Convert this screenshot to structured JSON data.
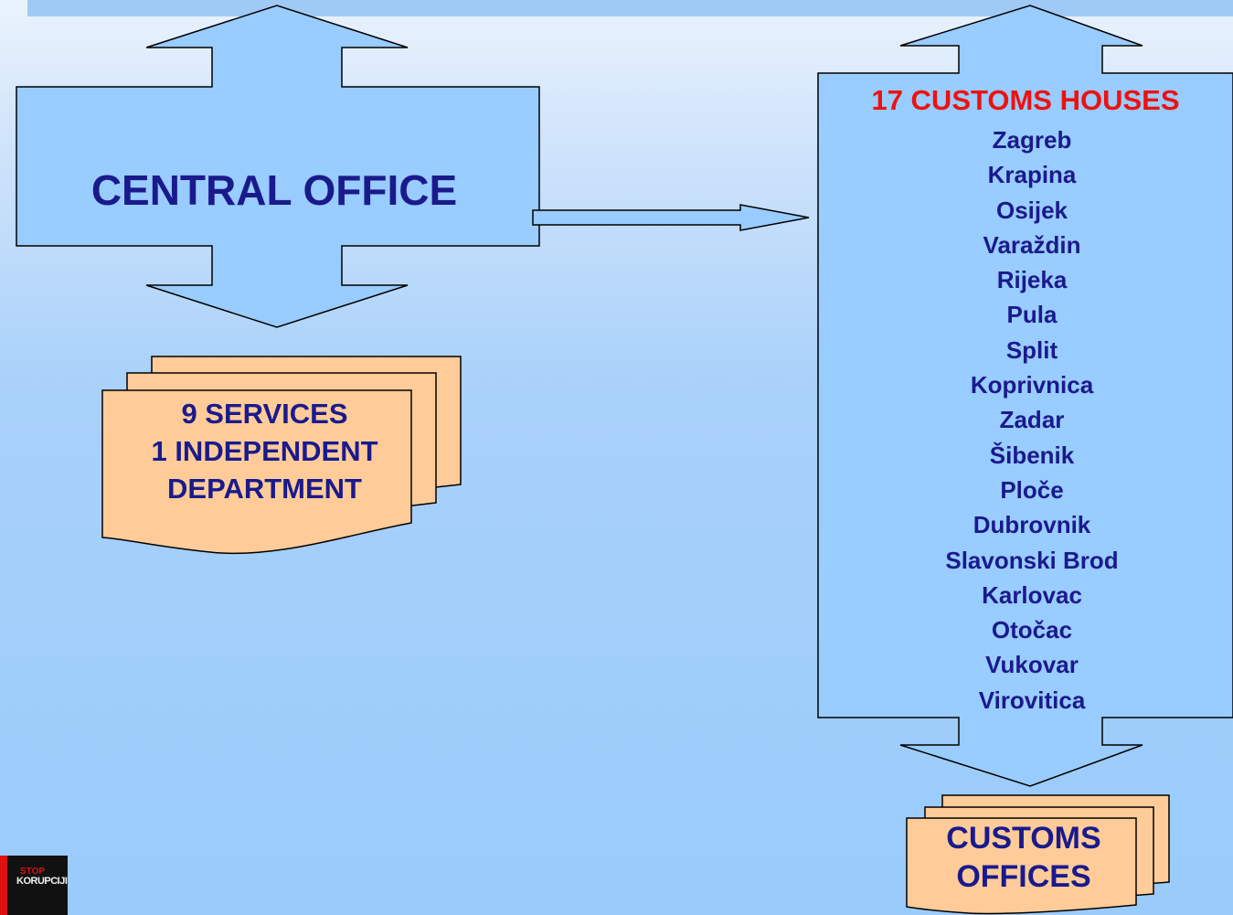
{
  "central_office": {
    "label": "CENTRAL OFFICE"
  },
  "services": {
    "lines": [
      "9 SERVICES",
      "1 INDEPENDENT",
      "DEPARTMENT"
    ]
  },
  "customs_houses": {
    "title": "17 CUSTOMS HOUSES",
    "items": [
      "Zagreb",
      "Krapina",
      "Osijek",
      "Varaždin",
      "Rijeka",
      "Pula",
      "Split",
      "Koprivnica",
      "Zadar",
      "Šibenik",
      "Ploče",
      "Dubrovnik",
      "Slavonski Brod",
      "Karlovac",
      "Otočac",
      "Vukovar",
      "Virovitica"
    ]
  },
  "customs_offices": {
    "lines": [
      "CUSTOMS",
      "OFFICES"
    ]
  },
  "logo": {
    "stop": "STOP",
    "text": "KORUPCIJI"
  },
  "colors": {
    "shape_fill": "#99ccff",
    "doc_fill": "#ffcc99",
    "text_blue": "#1a1a8c",
    "title_red": "#ee1111"
  }
}
